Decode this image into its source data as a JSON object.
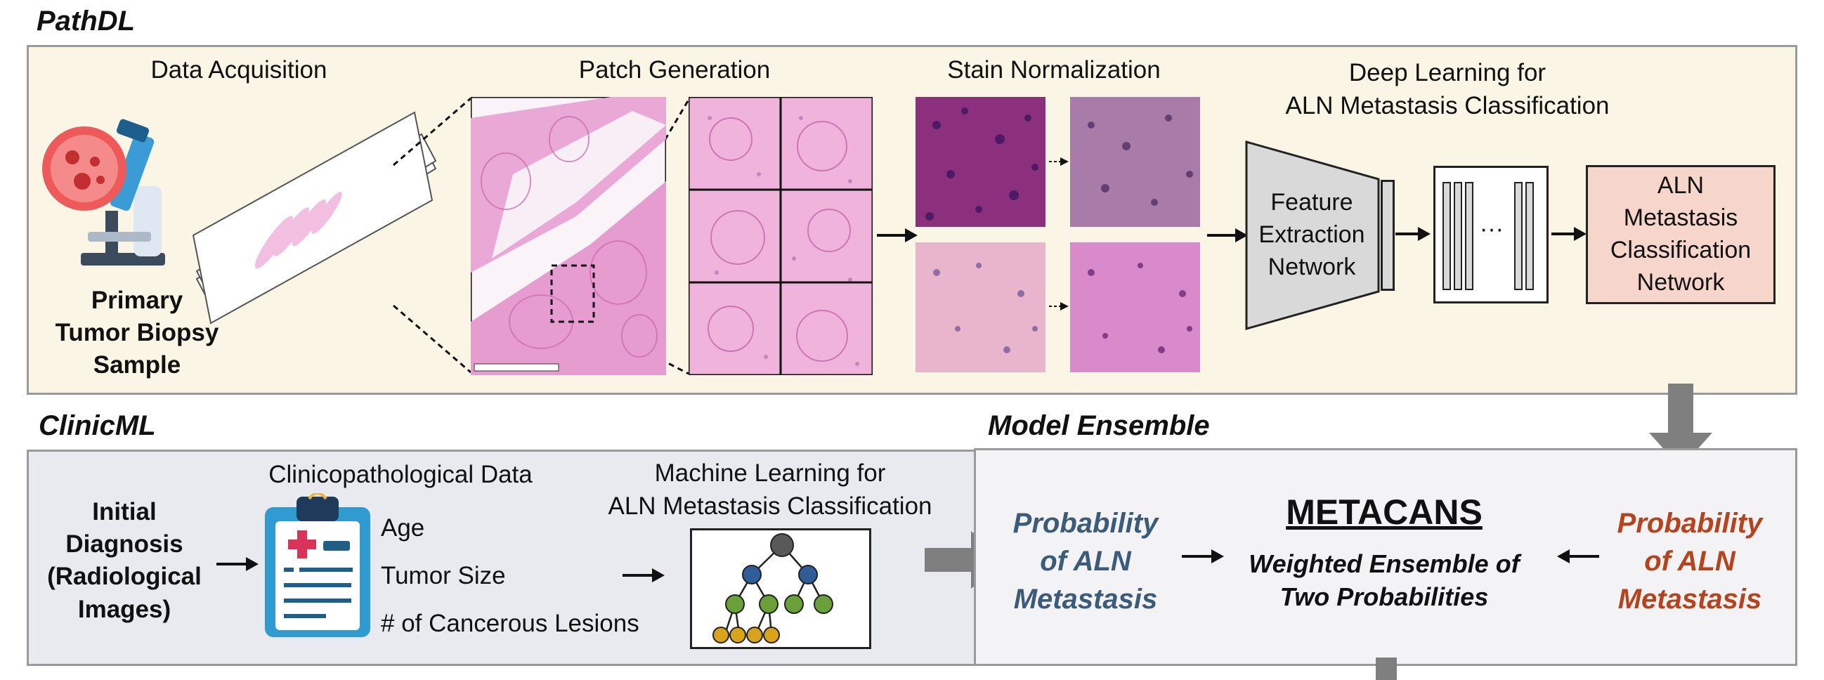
{
  "pathdl": {
    "title": "PathDL",
    "data_acquisition": "Data Acquisition",
    "sample_label": [
      "Primary",
      "Tumor Biopsy",
      "Sample"
    ],
    "patch_generation": "Patch Generation",
    "stain_normalization": "Stain Normalization",
    "deep_learning_title": [
      "Deep Learning for",
      "ALN Metastasis Classification"
    ],
    "feature_extraction": [
      "Feature",
      "Extraction",
      "Network"
    ],
    "ellipsis": "···",
    "classification_network": [
      "ALN",
      "Metastasis",
      "Classification",
      "Network"
    ]
  },
  "clinicml": {
    "title": "ClinicML",
    "initial_diagnosis": [
      "Initial",
      "Diagnosis",
      "(Radiological",
      "Images)"
    ],
    "clinicopathological_title": "Clinicopathological Data",
    "features": [
      "Age",
      "Tumor Size",
      "# of Cancerous Lesions"
    ],
    "ml_title": [
      "Machine Learning for",
      "ALN Metastasis Classification"
    ]
  },
  "ensemble": {
    "title": "Model Ensemble",
    "prob_left": [
      "Probability",
      "of ALN",
      "Metastasis"
    ],
    "metacans": "METACANS",
    "subtitle": [
      "Weighted Ensemble of",
      "Two Probabilities"
    ],
    "prob_right": [
      "Probability",
      "of ALN",
      "Metastasis"
    ]
  },
  "colors": {
    "pathdl_bg": "#fbf5e6",
    "panel_bg": "#e9eaf0",
    "ensemble_bg": "#f3f3f6",
    "classification_fill": "#f6d5cb",
    "prob_left": "#3c5b78",
    "prob_right": "#b5441e",
    "big_arrow": "#7f7f7f",
    "he_pink": "#e9a6d4",
    "he_purple": "#8c2f7c"
  }
}
